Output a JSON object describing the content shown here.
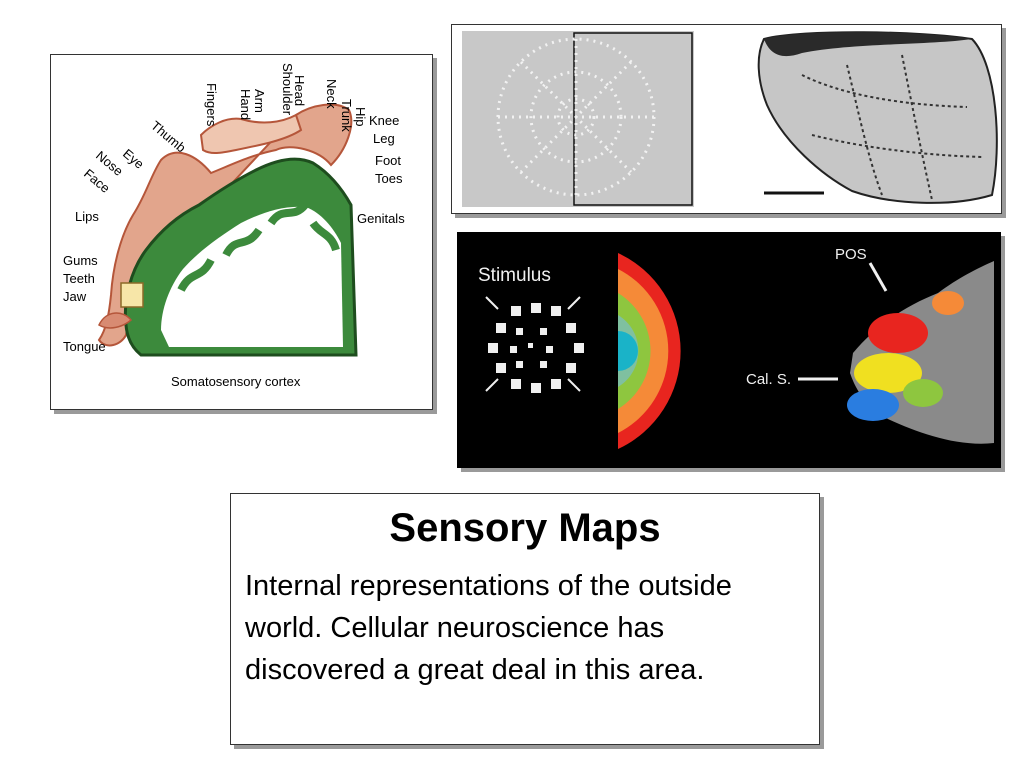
{
  "homunculus": {
    "caption": "Somatosensory cortex",
    "labels": {
      "hip": "Hip",
      "trunk": "Trunk",
      "neck": "Neck",
      "head": "Head",
      "shoulder": "Shoulder",
      "arm": "Arm",
      "hand": "Hand",
      "fingers": "Fingers",
      "thumb": "Thumb",
      "eye": "Eye",
      "nose": "Nose",
      "face": "Face",
      "lips": "Lips",
      "gums": "Gums",
      "teeth": "Teeth",
      "jaw": "Jaw",
      "tongue": "Tongue",
      "knee": "Knee",
      "leg": "Leg",
      "foot": "Foot",
      "toes": "Toes",
      "genitals": "Genitals"
    }
  },
  "fmri": {
    "stimulus_label": "Stimulus",
    "pos_label": "POS",
    "cals_label": "Cal. S."
  },
  "slide": {
    "title": "Sensory Maps",
    "body": "Internal representations of the outside world. Cellular neuroscience has discovered a great deal in this area."
  },
  "colors": {
    "cortex_green": "#3c8a3c",
    "body_pink": "#e2a58c",
    "eccentricity_red": "#e8251f",
    "eccentricity_orange": "#f58a38",
    "eccentricity_green": "#8ec63f",
    "eccentricity_cyan": "#1ab3c8"
  }
}
